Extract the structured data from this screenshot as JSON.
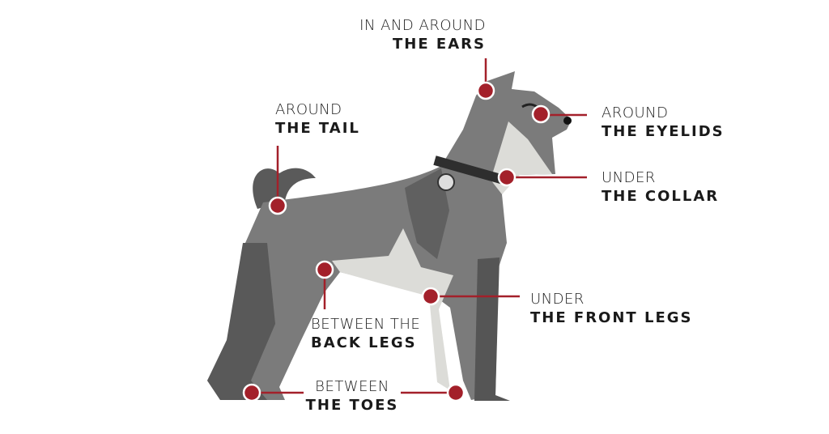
{
  "colors": {
    "accent": "#a3202a",
    "fur": "#7b7b7b",
    "fur_dark": "#545454",
    "fur_light": "#dcdcd8"
  },
  "labels": {
    "ears": {
      "line1": "IN AND AROUND",
      "line2": "THE EARS"
    },
    "tail": {
      "line1": "AROUND",
      "line2": "THE TAIL"
    },
    "eyelids": {
      "line1": "AROUND",
      "line2": "THE EYELIDS"
    },
    "collar": {
      "line1": "UNDER",
      "line2": "THE COLLAR"
    },
    "front_legs": {
      "line1": "UNDER",
      "line2": "THE FRONT LEGS"
    },
    "back_legs": {
      "line1": "BETWEEN THE",
      "line2": "BACK LEGS"
    },
    "toes": {
      "line1": "BETWEEN",
      "line2": "THE TOES"
    }
  }
}
